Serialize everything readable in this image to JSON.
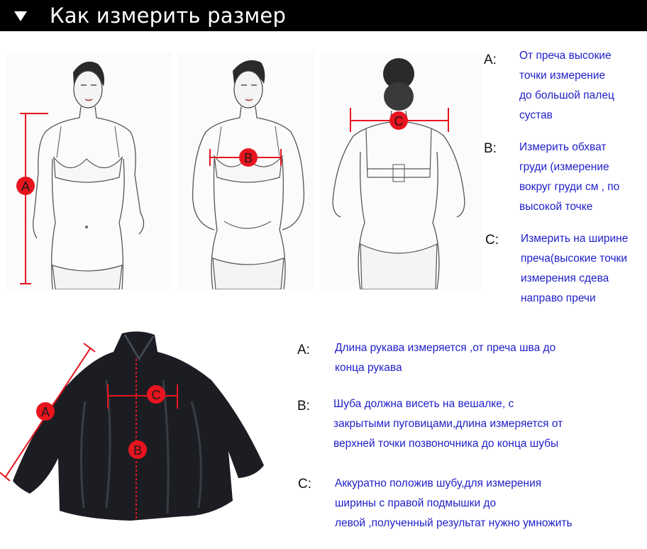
{
  "header": {
    "title": "Как измерить размер",
    "icon": "triangle-down-icon"
  },
  "figures": {
    "front_a": {
      "marker": "A"
    },
    "front_b": {
      "marker": "B"
    },
    "back_c": {
      "marker": "C"
    },
    "coat": {
      "marker_a": "A",
      "marker_b": "B",
      "marker_c": "C"
    }
  },
  "body_measurements": [
    {
      "label": "A:",
      "lines": [
        "От преча высокие",
        "точки измерение",
        "до большой палец",
        "сустав"
      ]
    },
    {
      "label": "B:",
      "lines": [
        "Измерить обхват",
        "груди (измерение",
        "вокруг груди см , по",
        "высокой точке"
      ]
    },
    {
      "label": "C:",
      "lines": [
        "Измерить на ширине",
        "преча(высокие точки",
        "измерения сдева",
        "направо пречи"
      ]
    }
  ],
  "coat_measurements": [
    {
      "label": "A:",
      "lines": [
        "Длина рукава измеряется ,от преча шва до",
        "конца рукава"
      ]
    },
    {
      "label": "B:",
      "lines": [
        "Шуба должна висеть на вешалке, с",
        "закрытыми пуговицами,длина измеряется от",
        "верхней точки позвоночника до конца шубы"
      ]
    },
    {
      "label": "C:",
      "lines": [
        "Аккуратно положив шубу,для измерения",
        "ширины с правой подмышки до",
        "левой ,полученный результат нужно умножить"
      ]
    }
  ],
  "colors": {
    "marker_red": "#e8141e",
    "text_blue": "#1e1ec8",
    "header_bg": "#000000"
  }
}
